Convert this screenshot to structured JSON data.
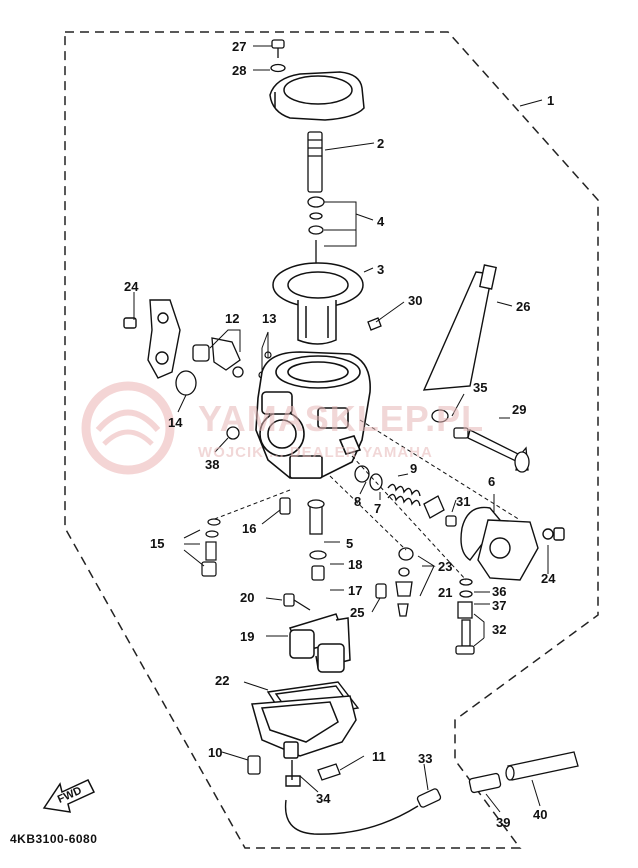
{
  "diagram_code": "4KB3100-6080",
  "fwd_label": "FWD",
  "watermark": {
    "line1": "YAMASKLEP.PL",
    "line2": "WOJCIK ... DEALER YAMAHA"
  },
  "callouts": [
    "1",
    "2",
    "3",
    "4",
    "5",
    "6",
    "7",
    "8",
    "9",
    "10",
    "11",
    "12",
    "13",
    "14",
    "15",
    "16",
    "17",
    "18",
    "19",
    "20",
    "21",
    "22",
    "23",
    "24",
    "24",
    "25",
    "26",
    "27",
    "28",
    "29",
    "30",
    "31",
    "32",
    "33",
    "34",
    "35",
    "36",
    "37",
    "38",
    "39",
    "40"
  ]
}
